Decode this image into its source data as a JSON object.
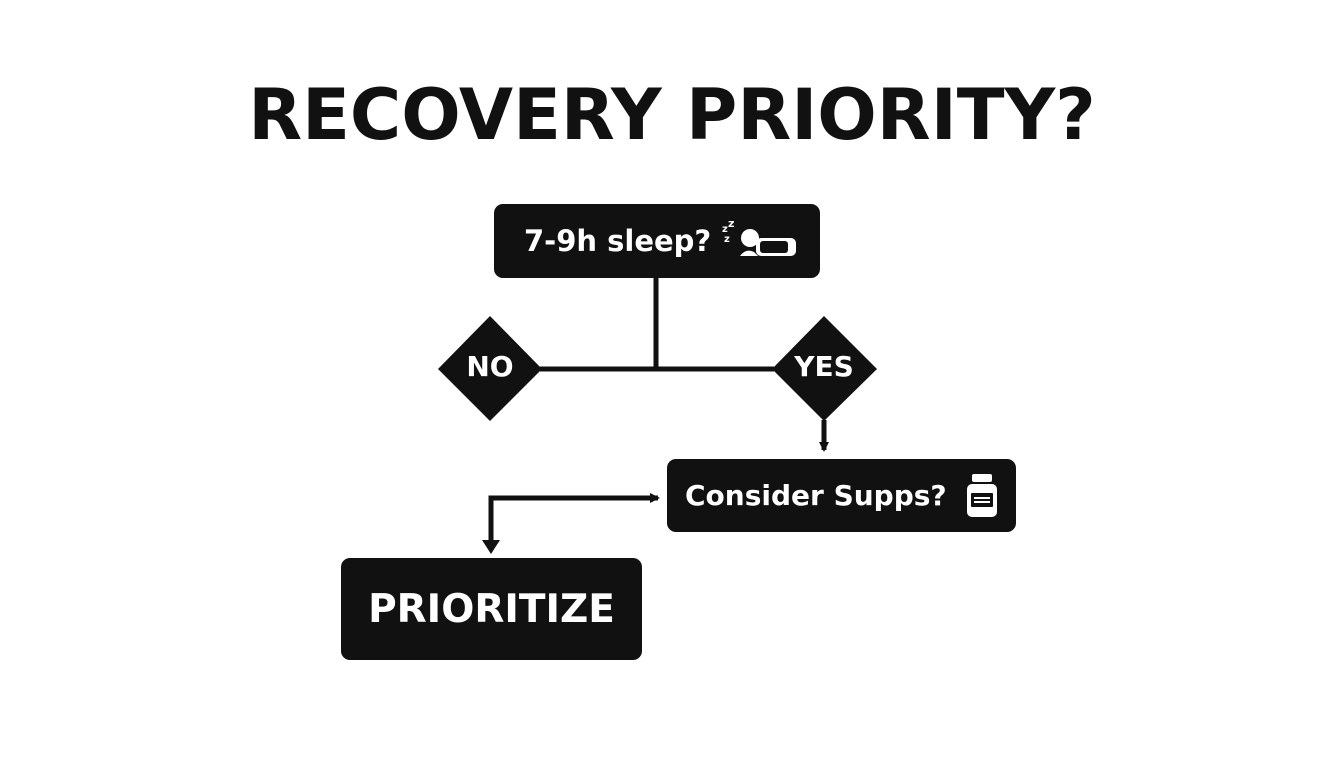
{
  "diagram": {
    "title": "RECOVERY PRIORITY?",
    "nodes": {
      "sleep_question": {
        "label": "7-9h sleep?",
        "icon": "sleeping-person-icon"
      },
      "no_decision": {
        "label": "NO"
      },
      "yes_decision": {
        "label": "YES"
      },
      "supps_question": {
        "label": "Consider Supps?",
        "icon": "supplement-bottle-icon"
      },
      "prioritize": {
        "label": "PRIORITIZE"
      }
    },
    "edges": [
      {
        "from": "sleep_question",
        "to": "no_decision"
      },
      {
        "from": "sleep_question",
        "to": "yes_decision"
      },
      {
        "from": "yes_decision",
        "to": "supps_question"
      },
      {
        "from": "supps_question",
        "to": "prioritize"
      }
    ],
    "colors": {
      "node_fill": "#111111",
      "node_text": "#ffffff",
      "line": "#111111",
      "background": "#ffffff"
    }
  }
}
